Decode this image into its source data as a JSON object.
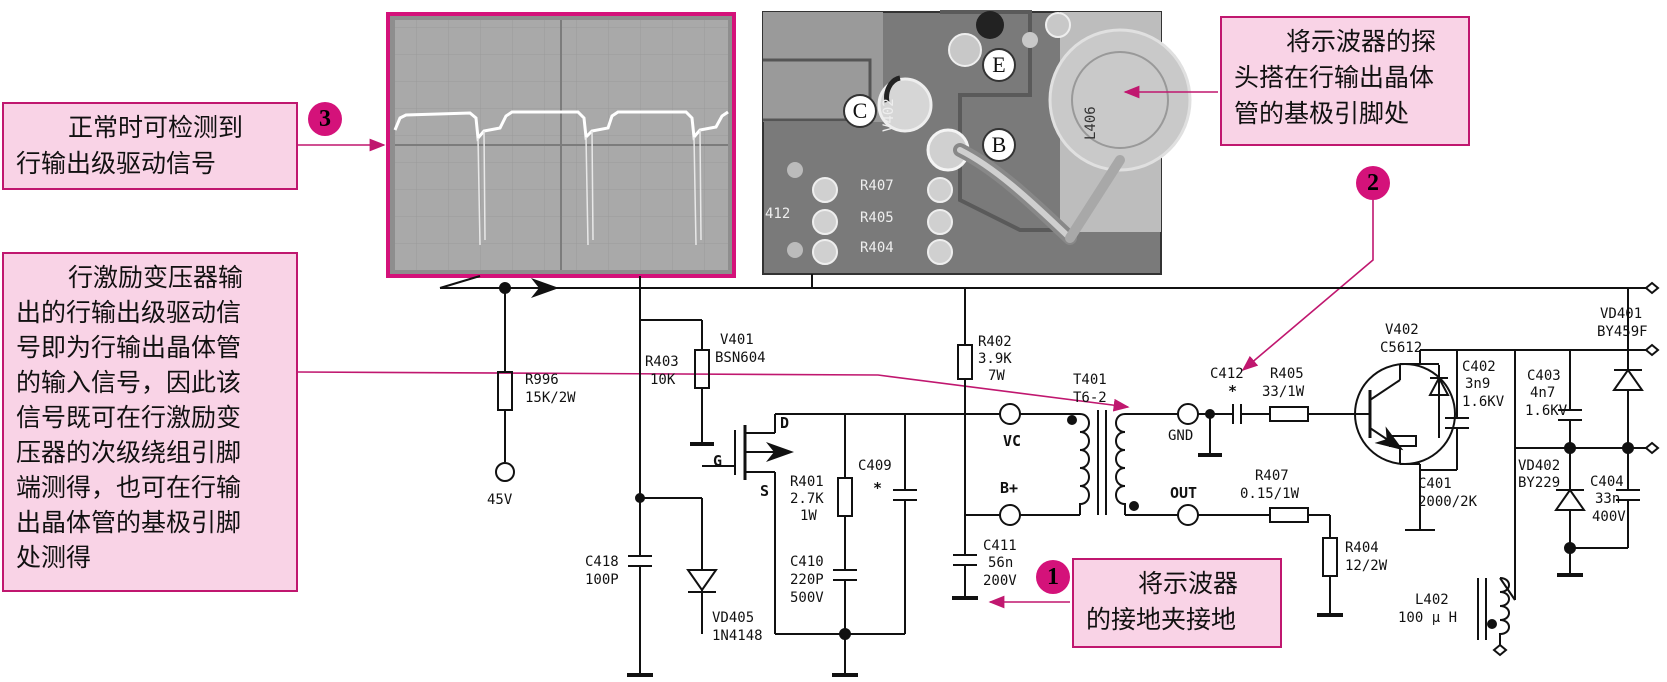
{
  "callouts": {
    "normal_detect": [
      "正常时可检测到",
      "行输出级驱动信号"
    ],
    "probe_base": [
      "将示波器的探",
      "头搭在行输出晶体",
      "管的基极引脚处"
    ],
    "description": [
      "行激励变压器输",
      "出的行输出级驱动信",
      "号即为行输出晶体管",
      "的输入信号，因此该",
      "信号既可在行激励变",
      "压器的次级绕组引脚",
      "端测得，也可在行输",
      "出晶体管的基极引脚",
      "处测得"
    ],
    "ground_clip": [
      "将示波器",
      "的接地夹接地"
    ]
  },
  "badges": {
    "one": "1",
    "two": "2",
    "three": "3"
  },
  "photo_pins": {
    "c": "C",
    "e": "E",
    "b": "B"
  },
  "photo_silkscreen": [
    "V402",
    "R407",
    "R405",
    "R404",
    "412",
    "L406"
  ],
  "components": {
    "r996": [
      "R996",
      "15K/2W"
    ],
    "v45": "45V",
    "r403": [
      "R403",
      "10K"
    ],
    "v401": [
      "V401",
      "BSN604"
    ],
    "gate": "G",
    "drain": "D",
    "source": "S",
    "r401": [
      "R401",
      "2.7K",
      "1W"
    ],
    "c409": [
      "C409",
      "*"
    ],
    "c418": [
      "C418",
      "100P"
    ],
    "vd405": [
      "VD405",
      "1N4148"
    ],
    "c410": [
      "C410",
      "220P",
      "500V"
    ],
    "r402": [
      "R402",
      "3.9K",
      "7W"
    ],
    "vc": "VC",
    "bplus": "B+",
    "c411": [
      "C411",
      "56n",
      "200V"
    ],
    "t401": [
      "T401",
      "T6-2"
    ],
    "gnd": "GND",
    "out": "OUT",
    "c412": [
      "C412",
      "*"
    ],
    "r405": [
      "R405",
      "33/1W"
    ],
    "r407": [
      "R407",
      "0.15/1W"
    ],
    "r404": [
      "R404",
      "12/2W"
    ],
    "v402": [
      "V402",
      "C5612"
    ],
    "c402": [
      "C402",
      "3n9",
      "1.6KV"
    ],
    "c403": [
      "C403",
      "4n7",
      "1.6KV"
    ],
    "c401": [
      "C401",
      "2000/2K"
    ],
    "vd401": [
      "VD401",
      "BY459F"
    ],
    "vd402": [
      "VD402",
      "BY229"
    ],
    "c404": [
      "C404",
      "33n",
      "400V"
    ],
    "l402": [
      "L402",
      "100 μ H"
    ]
  },
  "colors": {
    "accent": "#d4127a",
    "callout_fill": "#f9d3e6",
    "callout_border": "#c0176f",
    "line": "#111111",
    "pointer": "#c0176f"
  }
}
